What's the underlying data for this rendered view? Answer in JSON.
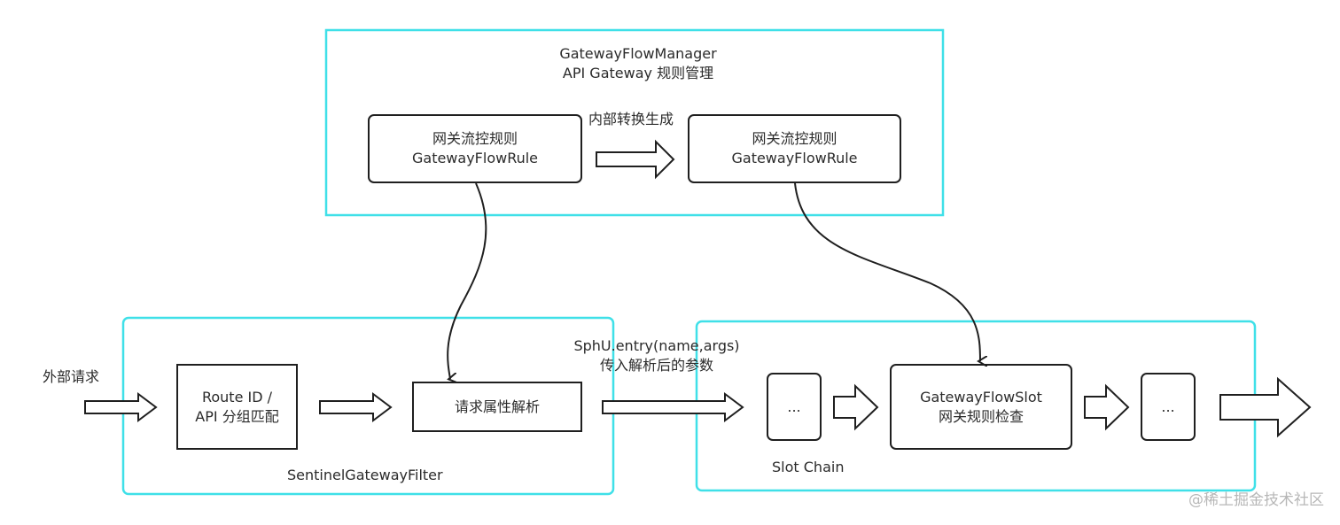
{
  "manager": {
    "title_line1": "GatewayFlowManager",
    "title_line2": "API Gateway 规则管理"
  },
  "rule_left": {
    "line1": "网关流控规则",
    "line2": "GatewayFlowRule"
  },
  "rule_right": {
    "line1": "网关流控规则",
    "line2": "GatewayFlowRule"
  },
  "convert_label": "内部转换生成",
  "external_request": "外部请求",
  "route_match": {
    "line1": "Route ID /",
    "line2": "API 分组匹配"
  },
  "attr_parse": "请求属性解析",
  "filter_label": "SentinelGatewayFilter",
  "entry_call": {
    "line1": "SphU.entry(name,args)",
    "line2": "传入解析后的参数"
  },
  "slot_before": "...",
  "slot_main": {
    "line1": "GatewayFlowSlot",
    "line2": "网关规则检查"
  },
  "slot_after": "...",
  "slot_chain_label": "Slot Chain",
  "watermark": "@稀土掘金技术社区",
  "colors": {
    "container_border": "#3fe0e8",
    "box_border": "#1f1f1f",
    "arrow_fill": "#ffffff",
    "arrow_stroke": "#1f1f1f",
    "text": "#2b2b2b",
    "watermark": "#b7b7b7"
  }
}
